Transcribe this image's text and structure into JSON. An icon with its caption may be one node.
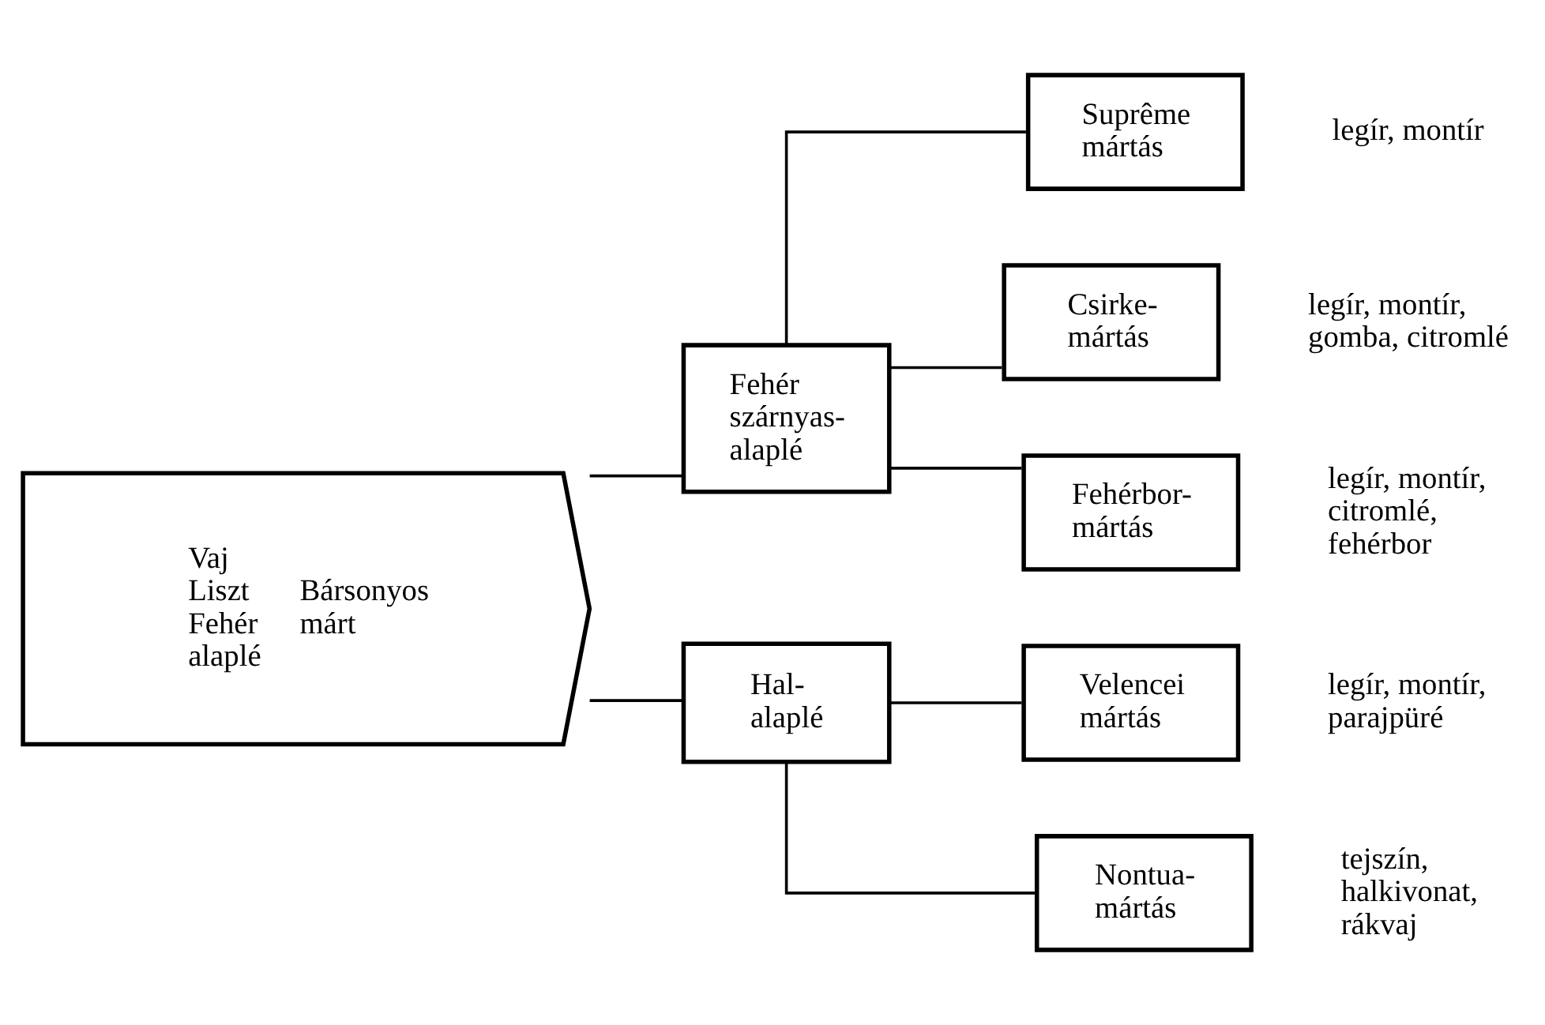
{
  "diagram": {
    "nodes": [
      {
        "text": [
          "Vaj Liszt Fehér alaplé",
          "Bársonyos márt"
        ]
      },
      {
        "text": [
          "Fehér szárnyas- alaplé"
        ]
      },
      {
        "text": [
          "Suprême mártás"
        ],
        "beside": [
          "legír, montír"
        ]
      },
      {
        "text": [
          "Csirke- mártás"
        ],
        "beside": [
          "legír, montír, gomba, citromlé"
        ]
      },
      {
        "text": [
          "Fehérbor- mártás"
        ],
        "beside": [
          "legír, montír, citromlé, fehérbor"
        ]
      },
      {
        "text": [
          "Hal- alaplé"
        ]
      },
      {
        "text": [
          "Velencei mártás"
        ],
        "beside": [
          "legír, montír, parajpüré"
        ]
      },
      {
        "text": [
          "Nontua- mártás"
        ],
        "beside": [
          "tejszín, halkivonat, rákvaj"
        ]
      }
    ],
    "edges": [
      {
        "from": 0,
        "to": 1,
        "arrow": "none"
      },
      {
        "from": 0,
        "to": 5,
        "arrow": "none"
      },
      {
        "from": 1,
        "to": 2,
        "arrow": "none"
      },
      {
        "from": 1,
        "to": 3,
        "arrow": "none"
      },
      {
        "from": 1,
        "to": 4,
        "arrow": "none"
      },
      {
        "from": 5,
        "to": 6,
        "arrow": "none"
      },
      {
        "from": 5,
        "to": 7,
        "arrow": "none"
      }
    ]
  }
}
